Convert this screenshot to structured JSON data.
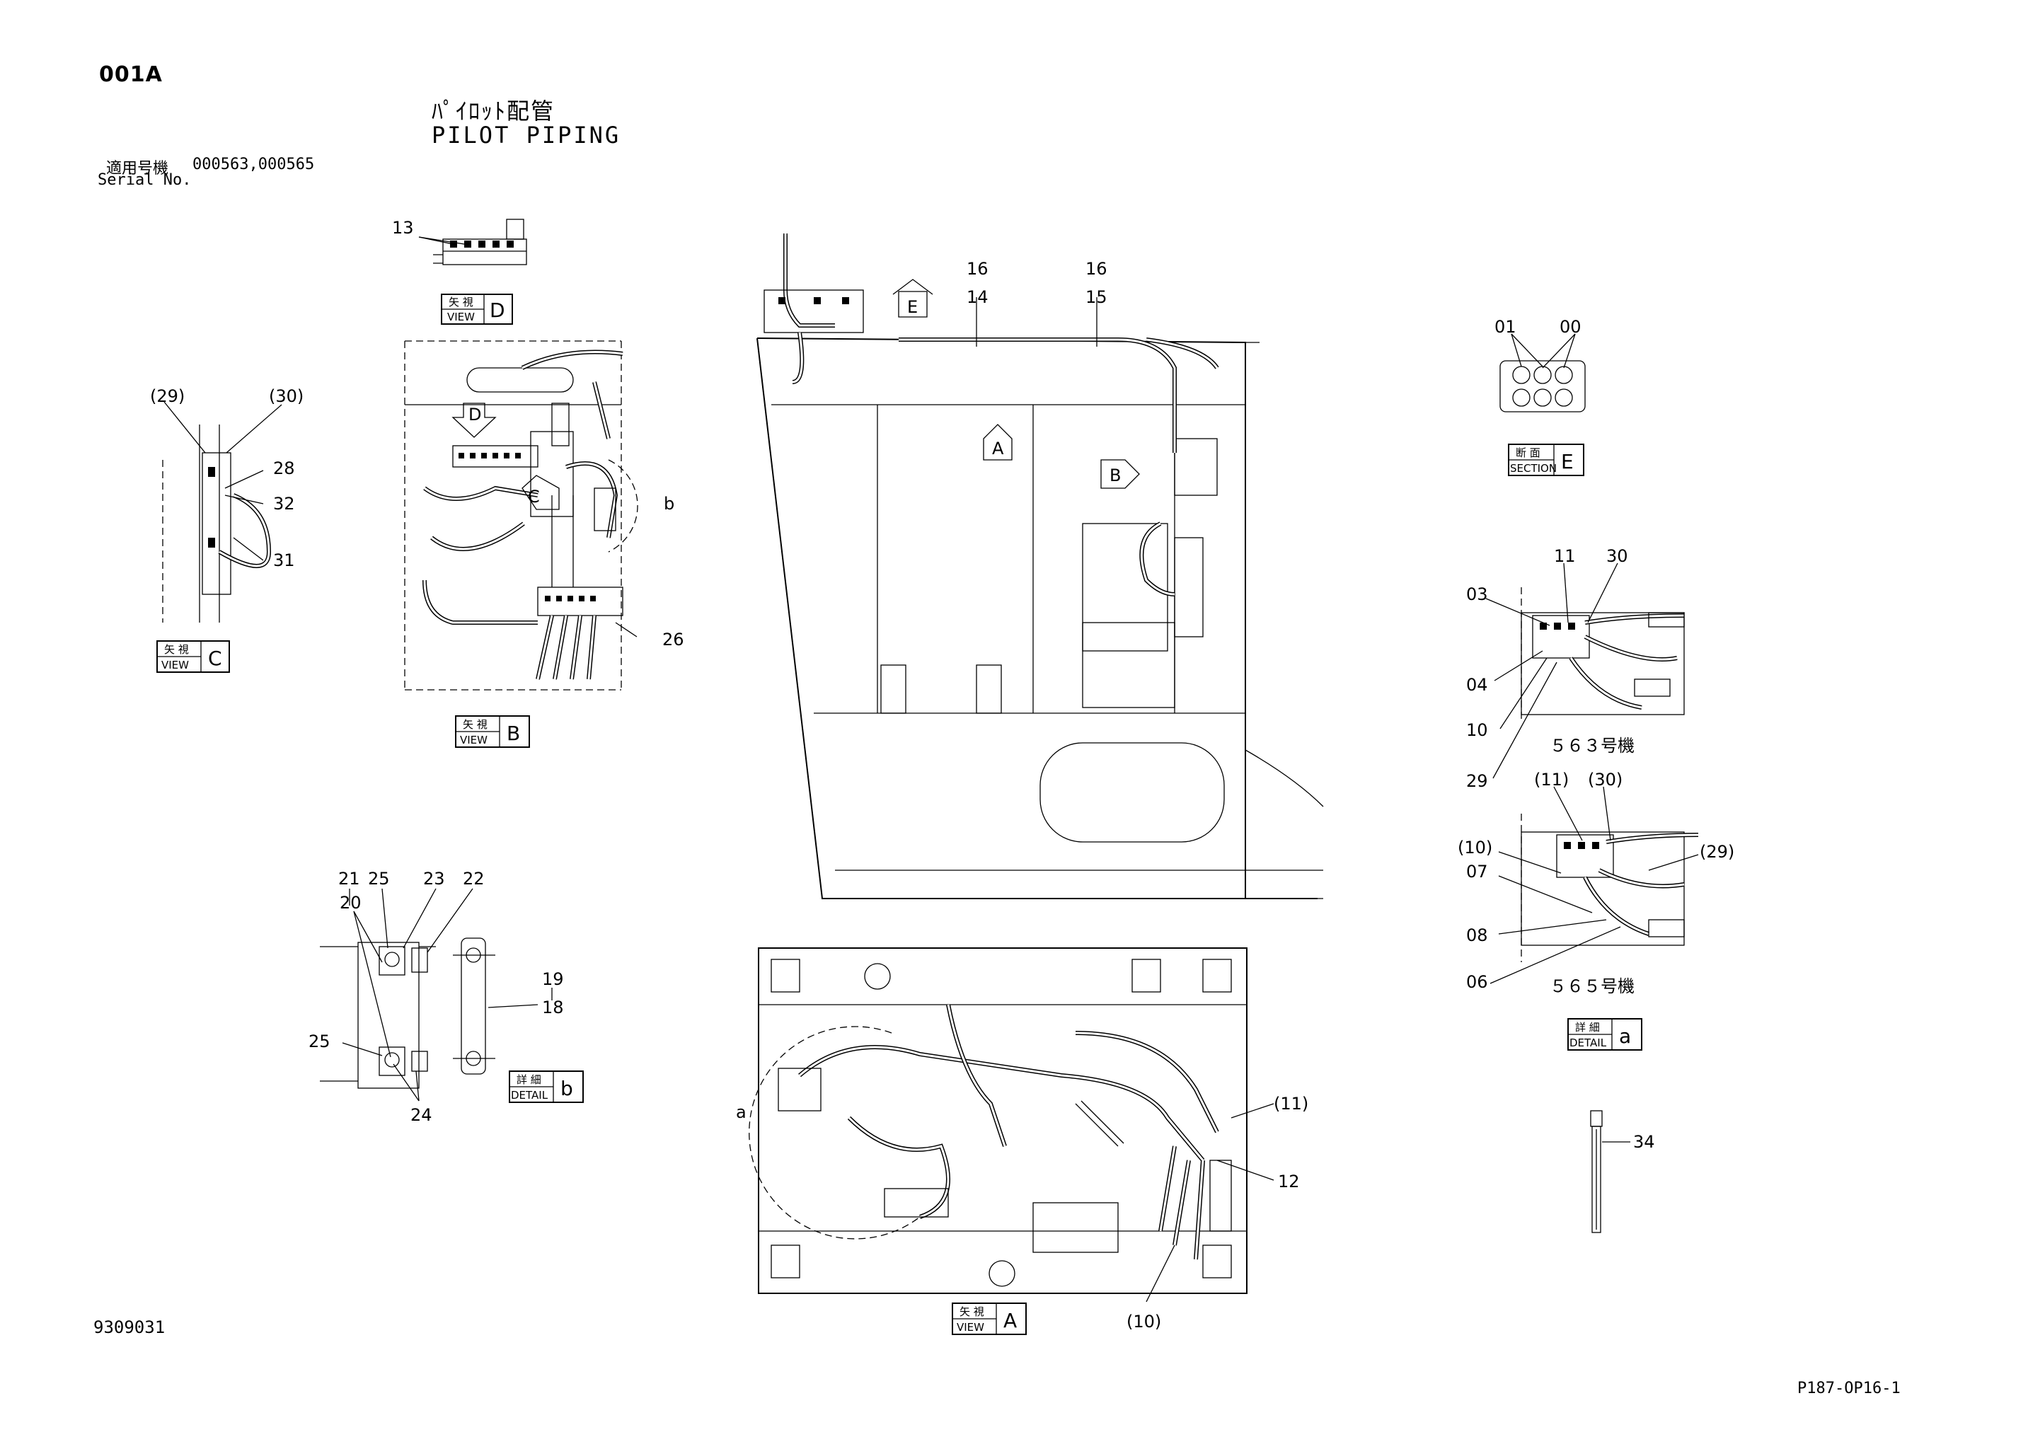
{
  "header": {
    "page_code": "001A",
    "title_jp": "ﾊﾟｲﾛｯﾄ配管",
    "title_en": "PILOT PIPING",
    "serial_label_jp": "適用号機",
    "serial_values": "000563,000565",
    "serial_label_en": "Serial No."
  },
  "footer": {
    "doc_number": "9309031",
    "sheet_code": "P187-OP16-1"
  },
  "view_labels": {
    "view_jp": "矢 視",
    "view_en": "VIEW",
    "detail_jp": "詳 細",
    "detail_en": "DETAIL",
    "section_jp": "断 面",
    "section_en": "SECTION",
    "view_d": "D",
    "view_c": "C",
    "view_b": "B",
    "view_a": "A",
    "detail_b": "b",
    "detail_a": "a",
    "section_e": "E"
  },
  "arrow_labels": {
    "e": "E",
    "a": "A",
    "b": "B",
    "d": "D",
    "c": "C"
  },
  "circle_labels": {
    "b": "b",
    "a": "a"
  },
  "variant_labels": {
    "unit_563": "５６３号機",
    "unit_565": "５６５号機"
  },
  "callouts": {
    "c13": "13",
    "c29p": "(29)",
    "c30p": "(30)",
    "c28": "28",
    "c32": "32",
    "c31": "31",
    "c26": "26",
    "c16a": "16",
    "c14": "14",
    "c16b": "16",
    "c15": "15",
    "c01": "01",
    "c00": "00",
    "c11": "11",
    "c30": "30",
    "c03": "03",
    "c04": "04",
    "c10": "10",
    "c29": "29",
    "c11p": "(11)",
    "c30p2": "(30)",
    "c10p": "(10)",
    "c07": "07",
    "c29p2": "(29)",
    "c08": "08",
    "c06": "06",
    "c21": "21",
    "c25a": "25",
    "c23": "23",
    "c22": "22",
    "c20": "20",
    "c19": "19",
    "c18": "18",
    "c25b": "25",
    "c24": "24",
    "c11p2": "(11)",
    "c12": "12",
    "c10p2": "(10)",
    "c34": "34"
  }
}
